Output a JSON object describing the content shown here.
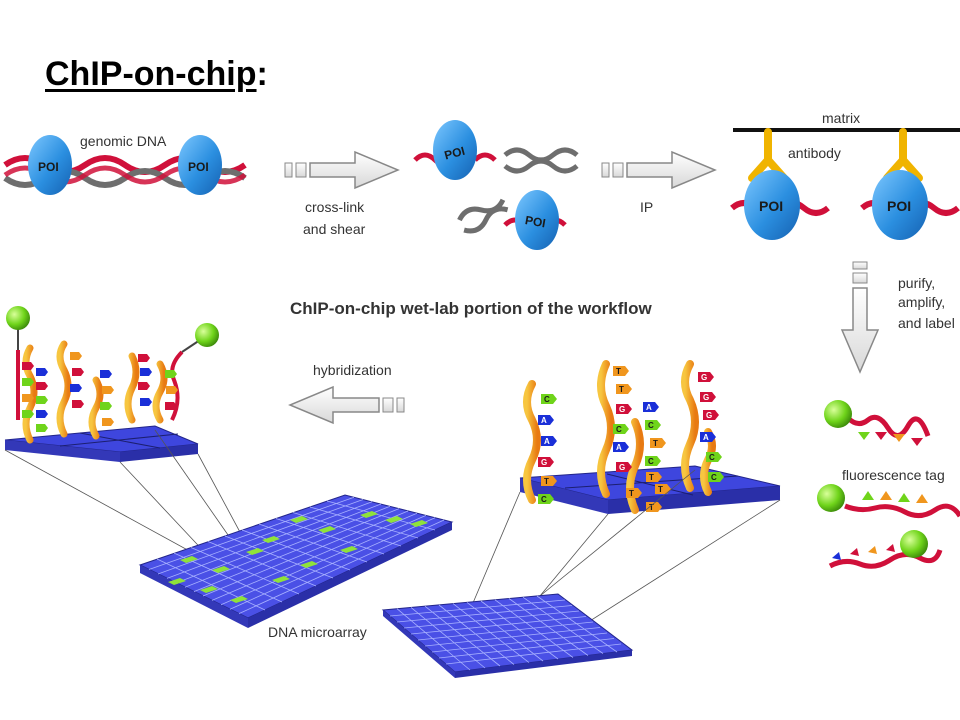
{
  "title": {
    "main": "ChIP-on-chip",
    "suffix": ":"
  },
  "labels": {
    "genomic_dna": "genomic DNA",
    "poi": "POI",
    "crosslink_line1": "cross-link",
    "crosslink_line2": "and shear",
    "ip": "IP",
    "matrix": "matrix",
    "antibody": "antibody",
    "purify_line1": "purify,",
    "purify_line2": "amplify,",
    "purify_line3": "and label",
    "workflow_caption": "ChIP-on-chip wet-lab portion of the workflow",
    "hybridization": "hybridization",
    "fluorescence_tag": "fluorescence tag",
    "dna_microarray": "DNA microarray"
  },
  "probe_bases": {
    "probe_1": [
      "C",
      "A",
      "A",
      "G",
      "T",
      "C"
    ],
    "probe_2": [
      "T",
      "T",
      "G",
      "C",
      "A",
      "G",
      "T",
      "T"
    ],
    "probe_3": [
      "A",
      "C",
      "T",
      "C",
      "T",
      "T"
    ],
    "probe_4": [
      "G",
      "G",
      "G",
      "A",
      "C",
      "C"
    ]
  },
  "colors": {
    "poi": "#2b8fe0",
    "dna_red": "#d0103a",
    "dna_gray": "#6e6e6e",
    "antibody": "#f0b400",
    "chip": "#4a50e6",
    "chip_highlight": "#8fe23a",
    "probe_orange": "#f0961e",
    "label_green": "#6fd41a"
  }
}
